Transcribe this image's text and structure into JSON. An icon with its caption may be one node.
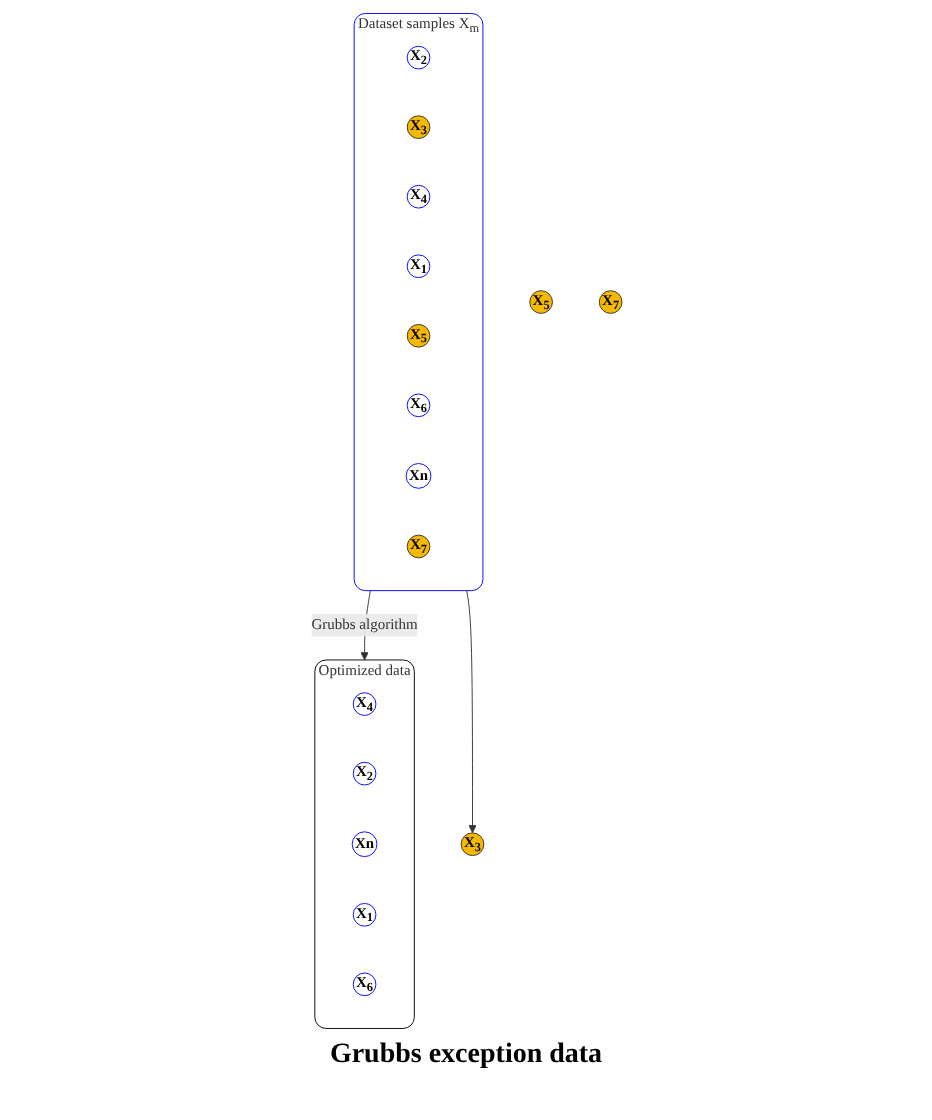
{
  "diagram": {
    "nodes": [
      {
        "text": [
          "Dataset samples X$_{m}$"
        ]
      },
      {
        "text": [
          "X$_{2}$"
        ],
        "in": 0
      },
      {
        "text": [
          "X$_{3}$"
        ],
        "in": 0
      },
      {
        "text": [
          "X$_{4}$"
        ],
        "in": 0
      },
      {
        "text": [
          "X$_{1}$"
        ],
        "in": 0
      },
      {
        "text": [
          "X$_{5}$"
        ],
        "in": 0
      },
      {
        "text": [
          "X$_{6}$"
        ],
        "in": 0
      },
      {
        "text": [
          "Xn"
        ],
        "in": 0
      },
      {
        "text": [
          "X$_{7}$"
        ],
        "in": 0
      },
      {
        "text": [
          "Optimized data"
        ]
      },
      {
        "text": [
          "X$_{4}$"
        ],
        "in": 9
      },
      {
        "text": [
          "X$_{2}$"
        ],
        "in": 9
      },
      {
        "text": [
          "Xn"
        ],
        "in": 9
      },
      {
        "text": [
          "X$_{1}$"
        ],
        "in": 9
      },
      {
        "text": [
          "X$_{6}$"
        ],
        "in": 9
      },
      {
        "text": [
          "X$_{3}$"
        ]
      },
      {
        "text": [
          "X$_{5}$"
        ]
      },
      {
        "text": [
          "X$_{7}$"
        ]
      }
    ],
    "edges": [
      {
        "from": 0,
        "to": 9,
        "arrow": "to",
        "label": "Grubbs algorithm"
      },
      {
        "from": 0,
        "to": 15,
        "arrow": "to"
      }
    ],
    "labels": [
      "Grubbs exception data"
    ]
  }
}
